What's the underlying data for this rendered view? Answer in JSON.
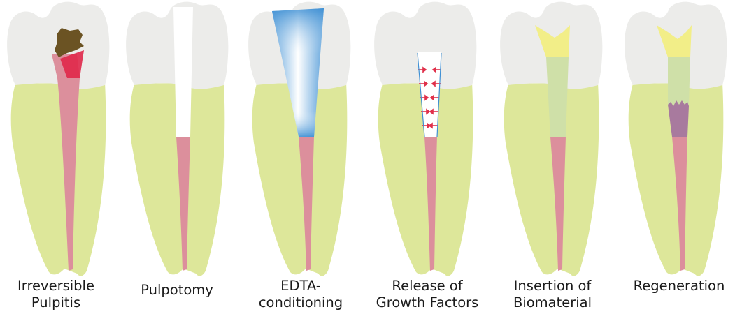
{
  "colors": {
    "enamel": "#ececea",
    "root": "#dde79a",
    "pulp": "#dc8f9c",
    "caries": "#6b5323",
    "inflamed_pulp": "#e0284a",
    "edta": "#3f90d4",
    "growth_factor_arrow": "#e0304a",
    "cap": "#f2ee88",
    "biomaterial": "#cfe0a8",
    "regenerated_tissue": "#a87a9e"
  },
  "stages": [
    {
      "id": "irreversible-pulpitis",
      "caption": [
        "Irreversible",
        "Pulpitis"
      ]
    },
    {
      "id": "pulpotomy",
      "caption": [
        "Pulpotomy"
      ]
    },
    {
      "id": "edta-conditioning",
      "caption": [
        "EDTA-",
        "conditioning"
      ]
    },
    {
      "id": "release-of-growth-factors",
      "caption": [
        "Release of",
        "Growth Factors"
      ]
    },
    {
      "id": "insertion-of-biomaterial",
      "caption": [
        "Insertion of",
        "Biomaterial"
      ]
    },
    {
      "id": "regeneration",
      "caption": [
        "Regeneration"
      ]
    }
  ]
}
